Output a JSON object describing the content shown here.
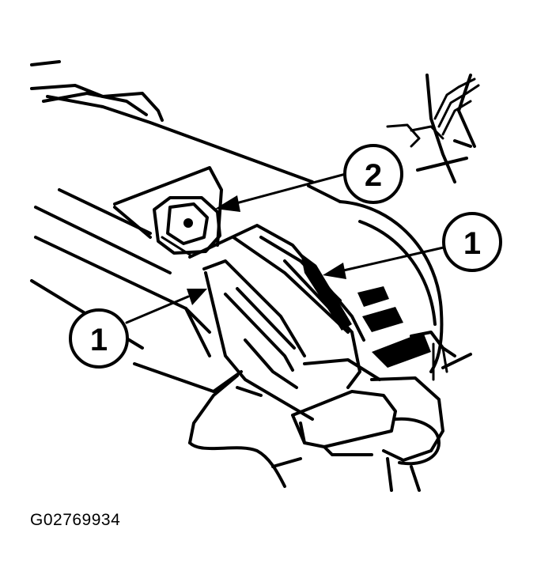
{
  "figure": {
    "code": "G02769934",
    "callouts": [
      {
        "label": "1"
      },
      {
        "label": "2"
      },
      {
        "label": "1"
      }
    ]
  }
}
